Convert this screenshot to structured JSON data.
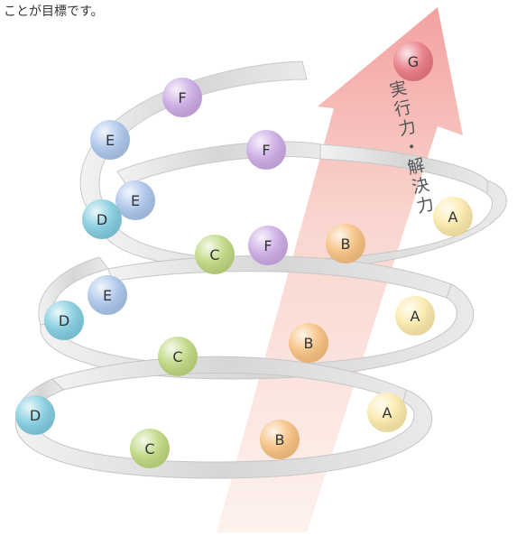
{
  "caption": "ことが目標です。",
  "arrow_label": "実行力・解決力",
  "balls": [
    {
      "letter": "G",
      "color": "#e8747f"
    },
    {
      "letter": "F",
      "color": "#c9a8e3"
    },
    {
      "letter": "E",
      "color": "#a9c3ea"
    },
    {
      "letter": "F",
      "color": "#c9a8e3"
    },
    {
      "letter": "E",
      "color": "#a9c3ea"
    },
    {
      "letter": "D",
      "color": "#7ecbdf"
    },
    {
      "letter": "A",
      "color": "#fbe9a8"
    },
    {
      "letter": "C",
      "color": "#bcd77c"
    },
    {
      "letter": "F",
      "color": "#c9a8e3"
    },
    {
      "letter": "B",
      "color": "#f6bf7c"
    },
    {
      "letter": "E",
      "color": "#a9c3ea"
    },
    {
      "letter": "D",
      "color": "#7ecbdf"
    },
    {
      "letter": "A",
      "color": "#fbe9a8"
    },
    {
      "letter": "C",
      "color": "#bcd77c"
    },
    {
      "letter": "B",
      "color": "#f6bf7c"
    },
    {
      "letter": "D",
      "color": "#7ecbdf"
    },
    {
      "letter": "A",
      "color": "#fbe9a8"
    },
    {
      "letter": "C",
      "color": "#bcd77c"
    },
    {
      "letter": "B",
      "color": "#f6bf7c"
    }
  ]
}
